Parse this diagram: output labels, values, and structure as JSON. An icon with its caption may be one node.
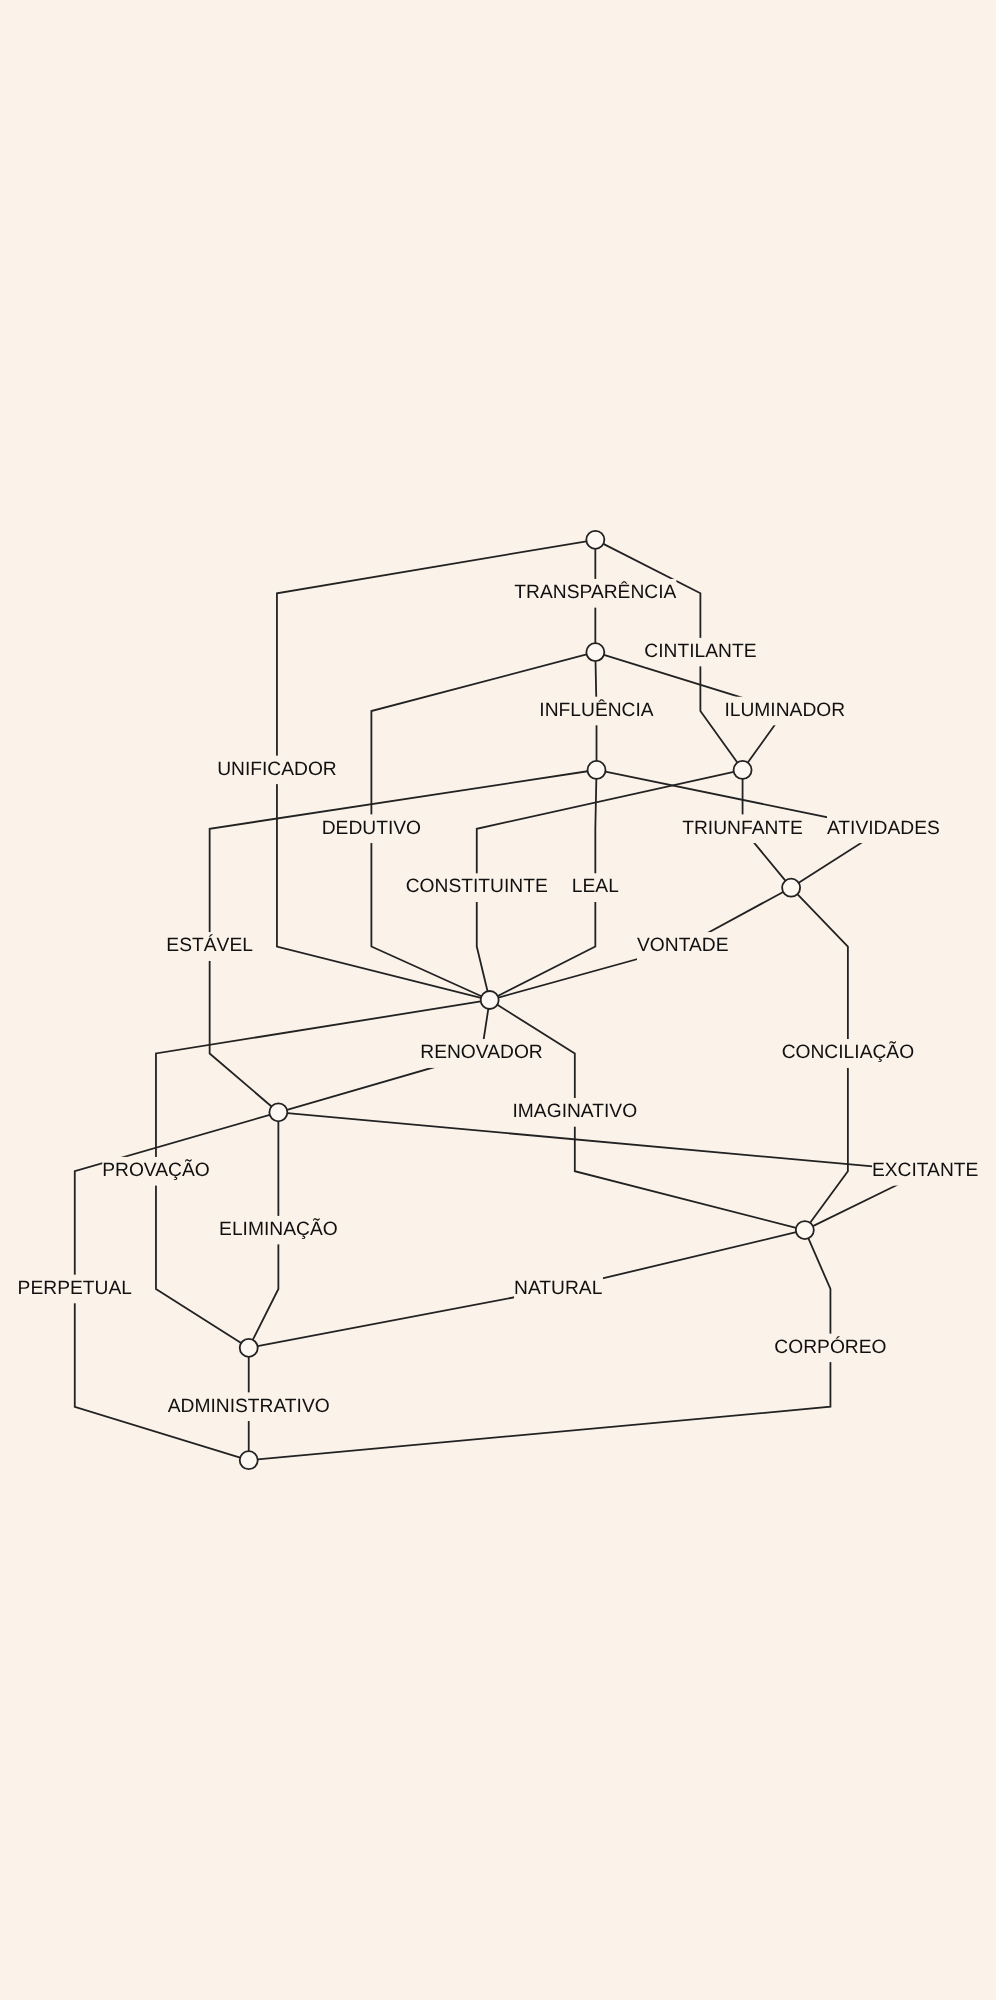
{
  "diagram": {
    "nodes": [
      {
        "text": [],
        "shape": "circle"
      },
      {
        "text": [],
        "shape": "circle"
      },
      {
        "text": [],
        "shape": "circle"
      },
      {
        "text": [],
        "shape": "circle"
      },
      {
        "text": [],
        "shape": "circle"
      },
      {
        "text": [],
        "shape": "circle"
      },
      {
        "text": [],
        "shape": "circle"
      },
      {
        "text": [],
        "shape": "circle"
      },
      {
        "text": [],
        "shape": "circle"
      },
      {
        "text": [],
        "shape": "circle"
      }
    ],
    "edges": [
      {
        "from": 0,
        "to": 1,
        "arrow": "none",
        "label": "TRANSPARÊNCIA"
      },
      {
        "from": 0,
        "to": 2,
        "arrow": "none",
        "label": "CINTILANTE"
      },
      {
        "from": 1,
        "to": 2,
        "arrow": "none",
        "label": "ILUMINADOR"
      },
      {
        "from": 0,
        "to": 5,
        "arrow": "none",
        "label": "UNIFICADOR"
      },
      {
        "from": 1,
        "to": 3,
        "arrow": "none",
        "label": "INFLUÊNCIA"
      },
      {
        "from": 1,
        "to": 5,
        "arrow": "none",
        "label": "DEDUTIVO"
      },
      {
        "from": 2,
        "to": 5,
        "arrow": "none",
        "label": "CONSTITUINTE"
      },
      {
        "from": 2,
        "to": 4,
        "arrow": "none",
        "label": "TRIUNFANTE"
      },
      {
        "from": 3,
        "to": 4,
        "arrow": "none",
        "label": "ATIVIDADES"
      },
      {
        "from": 3,
        "to": 5,
        "arrow": "none",
        "label": "LEAL"
      },
      {
        "from": 4,
        "to": 5,
        "arrow": "none",
        "label": "VONTADE"
      },
      {
        "from": 3,
        "to": 6,
        "arrow": "none",
        "label": "ESTÁVEL"
      },
      {
        "from": 5,
        "to": 6,
        "arrow": "none",
        "label": "RENOVADOR"
      },
      {
        "from": 5,
        "to": 8,
        "arrow": "none",
        "label": "PROVAÇÃO"
      },
      {
        "from": 5,
        "to": 7,
        "arrow": "none",
        "label": "IMAGINATIVO"
      },
      {
        "from": 4,
        "to": 7,
        "arrow": "none",
        "label": "CONCILIAÇÃO"
      },
      {
        "from": 6,
        "to": 7,
        "arrow": "none",
        "label": "EXCITANTE"
      },
      {
        "from": 6,
        "to": 8,
        "arrow": "none",
        "label": "ELIMINAÇÃO"
      },
      {
        "from": 7,
        "to": 8,
        "arrow": "none",
        "label": "NATURAL"
      },
      {
        "from": 6,
        "to": 9,
        "arrow": "none",
        "label": "PERPETUAL"
      },
      {
        "from": 8,
        "to": 9,
        "arrow": "none",
        "label": "ADMINISTRATIVO"
      },
      {
        "from": 7,
        "to": 9,
        "arrow": "none",
        "label": "CORPÓREO"
      }
    ]
  }
}
